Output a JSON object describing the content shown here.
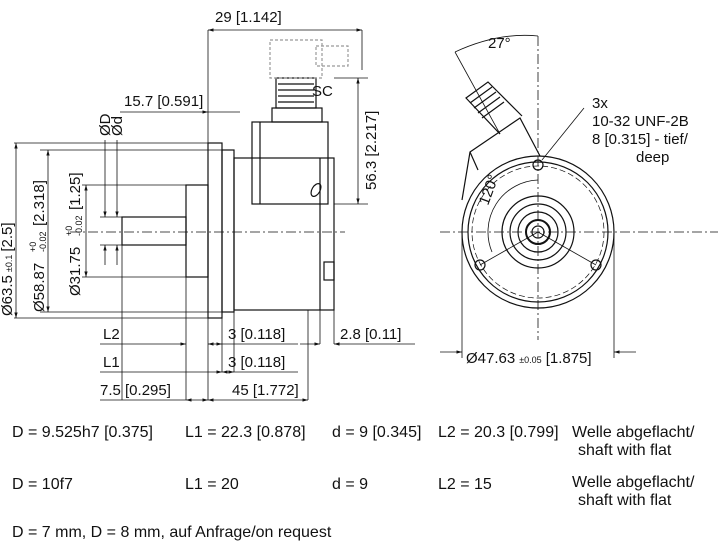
{
  "side_view": {
    "dim_top": "29 [1.142]",
    "connector_label": "SC",
    "dim_left": "15.7 [0.591]",
    "label_D": "ØD",
    "label_d": "Ød",
    "dim_height": "56.3 [2.217]",
    "dim_dia_outer": {
      "main": "Ø63.5",
      "tol": "±0.1",
      "inch": "[2.5]"
    },
    "dim_dia_flange": {
      "main": "Ø58.87",
      "tol_top": "+0",
      "tol_bot": "-0.02",
      "inch": "[2.318]"
    },
    "dim_dia_pilot": {
      "main": "Ø31.75",
      "tol_top": "+0",
      "tol_bot": "-0.02",
      "inch": "[1.25]"
    },
    "label_L2": "L2",
    "label_L1": "L1",
    "dim_3a": "3 [0.118]",
    "dim_3b": "3 [0.118]",
    "dim_28": "2.8 [0.11]",
    "dim_75": "7.5 [0.295]",
    "dim_45": "45 [1.772]"
  },
  "front_view": {
    "angle_top": "27°",
    "angle_holes": "120°",
    "holes_note": [
      "3x",
      "10-32 UNF-2B",
      "8 [0.315] - tief/",
      "deep"
    ],
    "dim_body": {
      "main": "Ø47.63",
      "tol": "±0.05",
      "inch": "[1.875]"
    }
  },
  "table": {
    "rows": [
      {
        "D": "D = 9.525h7 [0.375]",
        "L1": "L1 = 22.3 [0.878]",
        "d": "d = 9 [0.345]",
        "L2": "L2 = 20.3 [0.799]",
        "shaft": "Welle abgeflacht/",
        "shaft_en": "shaft with flat"
      },
      {
        "D": "D = 10f7",
        "L1": "L1 = 20",
        "d": "d = 9",
        "L2": "L2 = 15",
        "shaft": "Welle abgeflacht/",
        "shaft_en": "shaft with flat"
      }
    ],
    "footnote": "D = 7 mm, D = 8 mm, auf Anfrage/on request"
  }
}
